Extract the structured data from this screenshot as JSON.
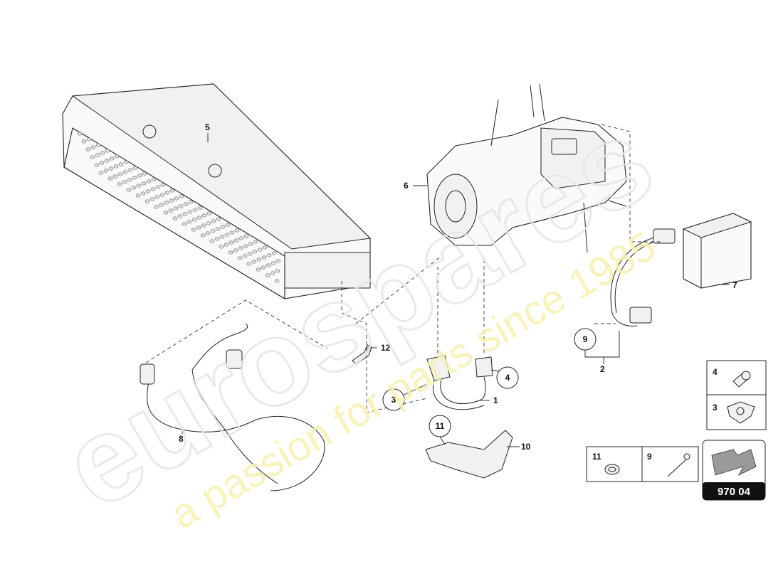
{
  "diagram_code": "970 04",
  "watermark": {
    "brand": "eurospares",
    "slogan": "a passion for parts since 1985"
  },
  "callouts": {
    "c1": "1",
    "c2": "2",
    "c3": "3",
    "c4": "4",
    "c5": "5",
    "c6": "6",
    "c7": "7",
    "c8": "8",
    "c9": "9",
    "c10": "10",
    "c11": "11",
    "c12": "12"
  },
  "legend": {
    "screw": "4",
    "clamp": "3",
    "clip": "11",
    "cable_tie": "9"
  },
  "colors": {
    "line": "#222222",
    "watermark": "#f4f0a8",
    "watermark_brand": "#eeeeee",
    "code_plate": "#111111"
  }
}
